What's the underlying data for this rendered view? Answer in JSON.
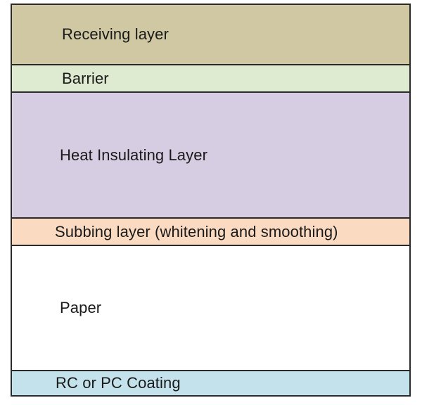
{
  "layers": [
    {
      "label": "Receiving layer",
      "color": "#cfc8a3"
    },
    {
      "label": "Barrier",
      "color": "#dfebd0"
    },
    {
      "label": "Heat Insulating Layer",
      "color": "#d7cde3"
    },
    {
      "label": "Subbing layer (whitening and smoothing)",
      "color": "#fadbc2"
    },
    {
      "label": "Paper",
      "color": "#ffffff"
    },
    {
      "label": "RC or PC Coating",
      "color": "#c3e2ec"
    }
  ]
}
